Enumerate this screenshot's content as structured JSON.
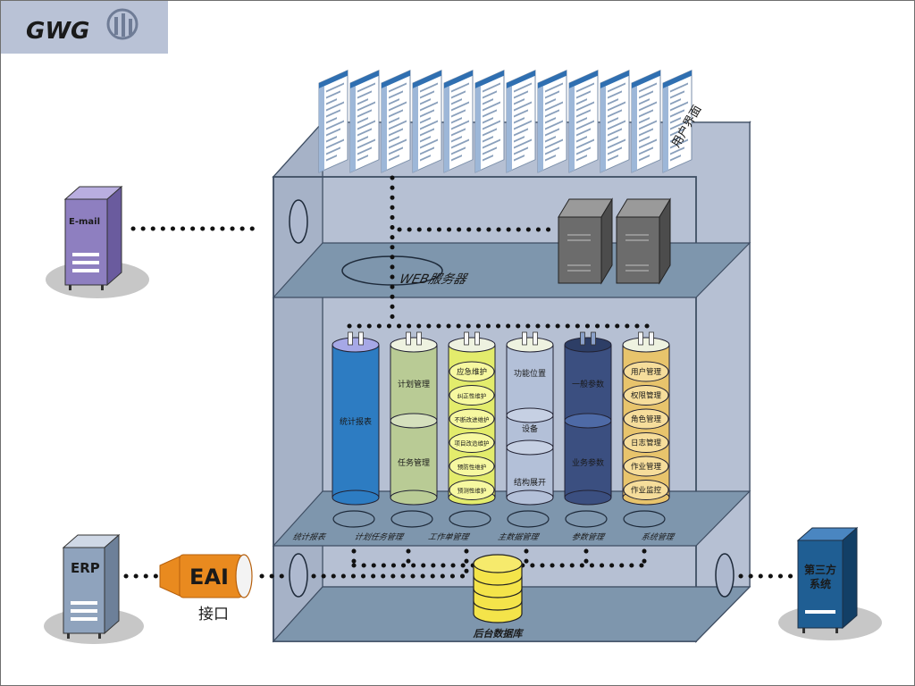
{
  "logo": {
    "text": "GWG",
    "colors": {
      "bg": "#b9c2d6",
      "text": "#6f7c96"
    }
  },
  "top_label": "用户界面",
  "web_server_label": "WEB服务器",
  "external_systems": {
    "email": {
      "label": "E-mail",
      "color": "#8e7fc0"
    },
    "erp": {
      "label": "ERP",
      "color": "#8fa3bd"
    },
    "third_party": {
      "label": "第三方\n系统",
      "color": "#1f5e93"
    }
  },
  "eai": {
    "badge": "EAI",
    "caption": "接口",
    "color": "#e98a1f"
  },
  "database_label": "后台数据库",
  "modules": [
    {
      "id": "stat",
      "label": "统计报表",
      "color": "#2d7cc2",
      "items": [
        "统计报表"
      ],
      "style": "single"
    },
    {
      "id": "plan",
      "label": "计划任务管理",
      "color": "#b9cb95",
      "items": [
        "计划管理",
        "任务管理"
      ],
      "style": "split"
    },
    {
      "id": "workorder",
      "label": "工作单管理",
      "color": "#e3ec6c",
      "items": [
        "应急维护",
        "纠正性维护",
        "不断改进维护",
        "项目改造维护",
        "预防性维护",
        "预测性维护"
      ],
      "style": "disks"
    },
    {
      "id": "masterdata",
      "label": "主数据管理",
      "color": "#b3c0d8",
      "items": [
        "功能位置",
        "设备",
        "结构展开"
      ],
      "style": "split3"
    },
    {
      "id": "param",
      "label": "参数管理",
      "color": "#3b4f80",
      "items": [
        "一般参数",
        "业务参数"
      ],
      "style": "split_dark"
    },
    {
      "id": "system",
      "label": "系统管理",
      "color": "#e8c46c",
      "items": [
        "用户管理",
        "权限管理",
        "角色管理",
        "日志管理",
        "作业管理",
        "作业监控"
      ],
      "style": "disks"
    }
  ],
  "screens_count_visible": 12,
  "colors": {
    "cabinet_front": "#aeb9cf",
    "cabinet_shelf": "#7e96ad",
    "cabinet_stroke": "#3f4e63",
    "server": "#6c6c6c",
    "db": "#f4e44a",
    "dots": "#111111"
  }
}
